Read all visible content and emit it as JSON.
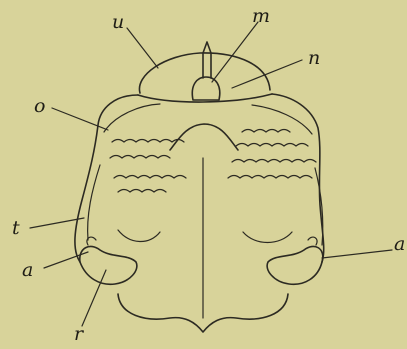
{
  "figure": {
    "labels": {
      "u": "u",
      "m": "m",
      "n": "n",
      "o": "o",
      "t": "t",
      "a_left": "a",
      "a_right": "a",
      "r": "r"
    },
    "colors": {
      "paper": "#d8d39a",
      "ink": "#2c2a22"
    }
  }
}
